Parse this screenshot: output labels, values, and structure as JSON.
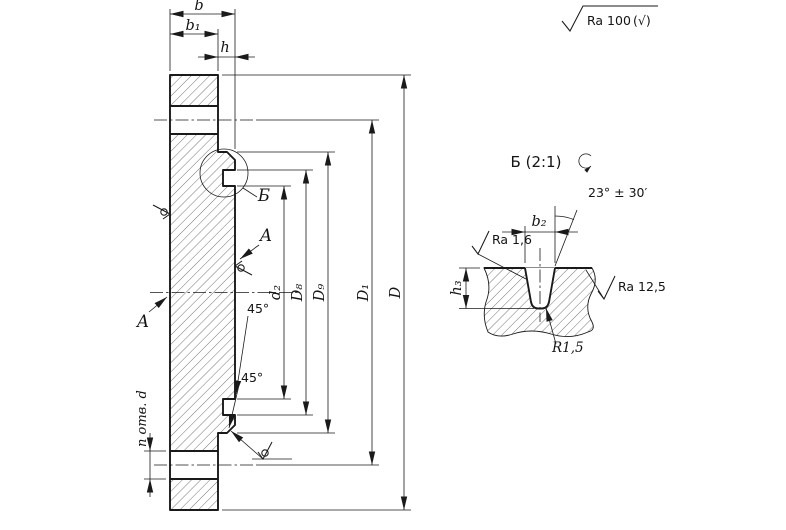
{
  "general_note": {
    "value": "Ra 100",
    "paren": "(√)"
  },
  "main_view": {
    "dims": {
      "b": "b",
      "b1": "b₁",
      "h": "h",
      "d2": "d₂",
      "D8": "D₈",
      "D9": "D₉",
      "D1": "D₁",
      "D": "D"
    },
    "labels": {
      "surface_a_left": "А",
      "surface_a_right": "А",
      "detail_callout": "Б",
      "chamfer_top": "45°",
      "chamfer_bottom": "45°",
      "holes": "n отв. d"
    }
  },
  "detail_view": {
    "title": "Б (2:1)",
    "dims": {
      "angle": "23° ± 30′",
      "b2": "b₂",
      "h3": "h₃",
      "radius": "R1,5"
    },
    "roughness": {
      "groove": "Ra 1,6",
      "face": "Ra 12,5"
    }
  }
}
